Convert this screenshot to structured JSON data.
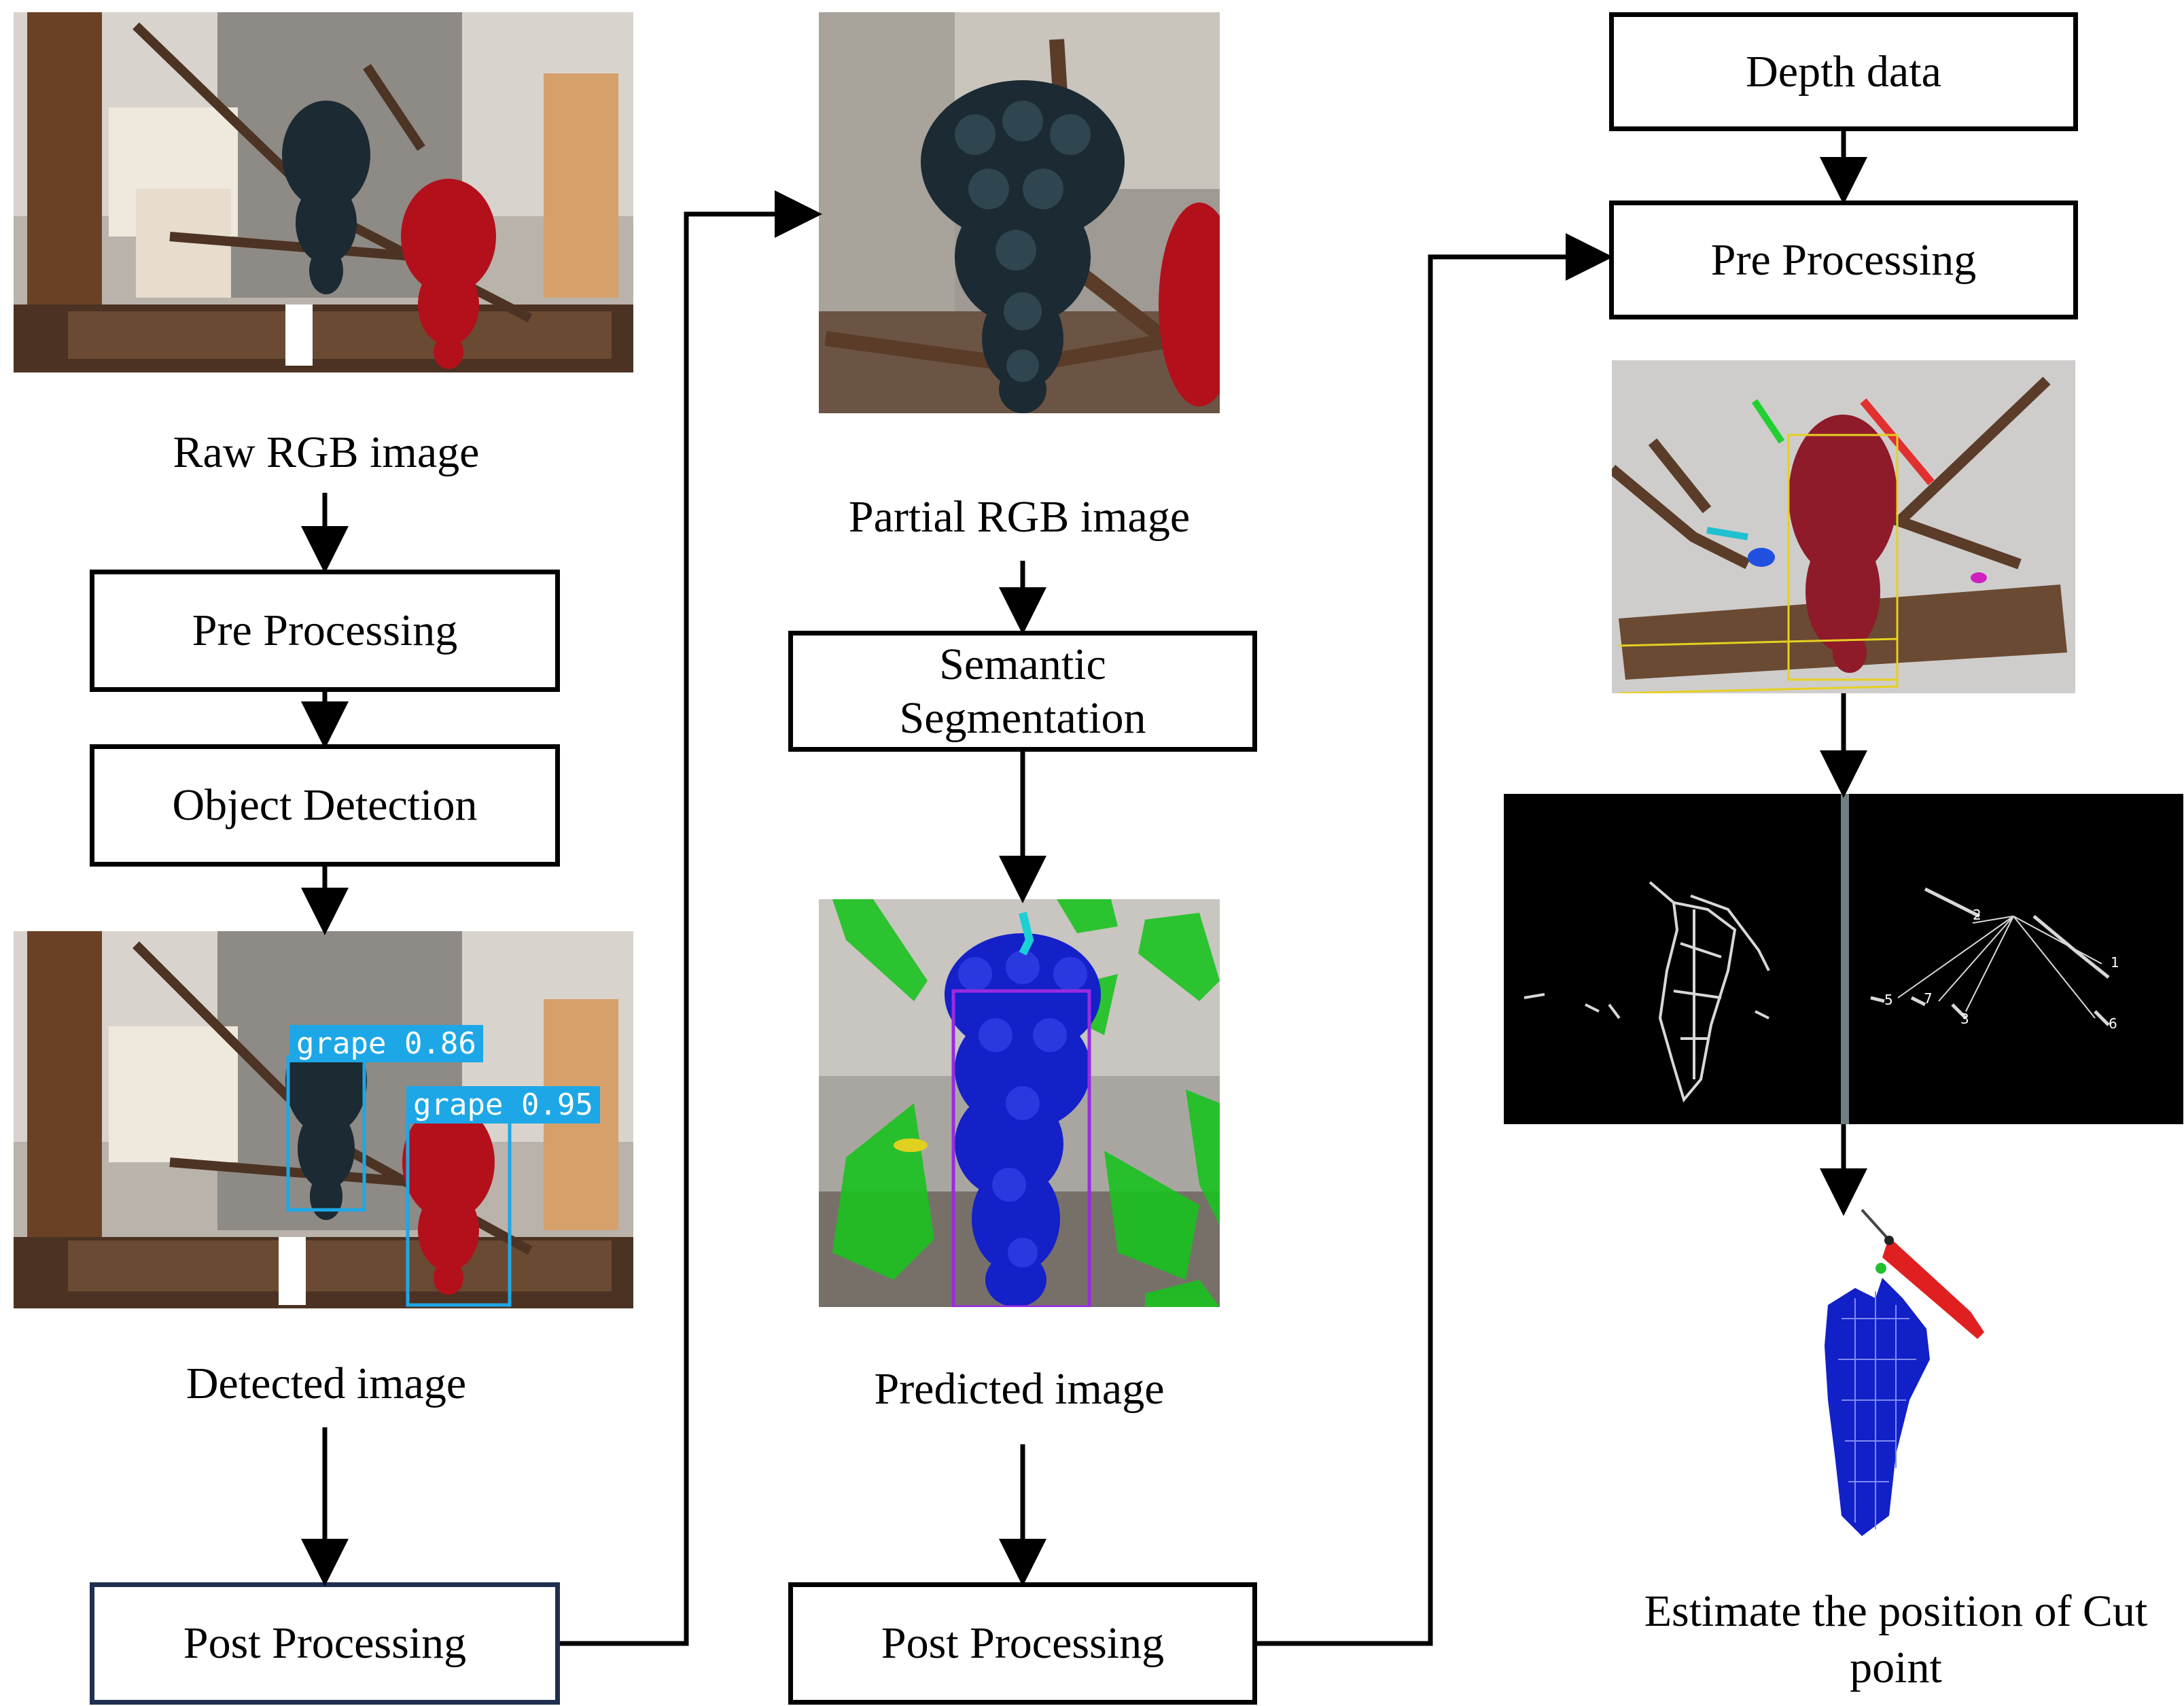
{
  "column1": {
    "raw_caption": "Raw RGB image",
    "pre_processing": "Pre Processing",
    "object_detection": "Object Detection",
    "detected_caption": "Detected image",
    "post_processing": "Post Processing",
    "detections": [
      {
        "label": "grape 0.86"
      },
      {
        "label": "grape 0.95"
      }
    ]
  },
  "column2": {
    "partial_caption": "Partial RGB image",
    "semantic_segmentation": "Semantic Segmentation",
    "predicted_caption": "Predicted image",
    "post_processing": "Post Processing"
  },
  "column3": {
    "depth_data": "Depth data",
    "pre_processing": "Pre Processing",
    "point_labels": [
      "1",
      "2",
      "3",
      "5",
      "6",
      "7"
    ],
    "result_caption": "Estimate the position of Cut point"
  },
  "colors": {
    "detection_box": "#1ea7e6",
    "dark_grape": "#1b2a33",
    "red_grape": "#b3101c",
    "segment_grape": "#1420c8",
    "segment_branch": "#19c21f",
    "bounding_box_purple": "#9a2be0",
    "cut_point_stem": "#e02020"
  }
}
